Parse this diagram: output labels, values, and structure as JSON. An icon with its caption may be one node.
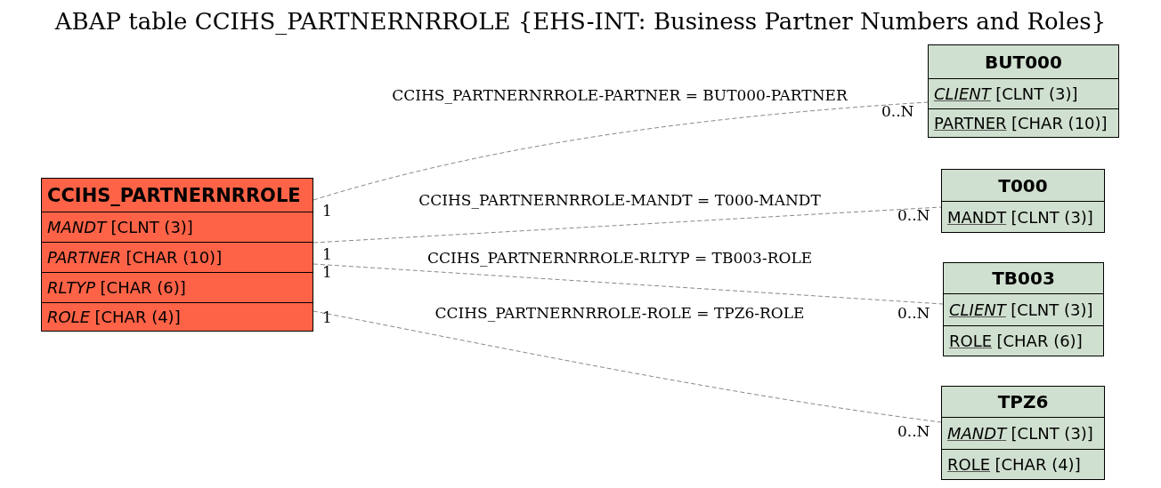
{
  "diagram": {
    "title": "ABAP table CCIHS_PARTNERNRROLE {EHS-INT: Business Partner Numbers and Roles}",
    "nodes": [
      {
        "text": [
          "CCIHS_PARTNERNRROLE"
        ]
      },
      {
        "text": [
          "MANDT",
          "[CLNT (3)]"
        ],
        "in": 0
      },
      {
        "text": [
          "PARTNER",
          "[CHAR (10)]"
        ],
        "in": 0
      },
      {
        "text": [
          "RLTYP",
          "[CHAR (6)]"
        ],
        "in": 0
      },
      {
        "text": [
          "ROLE",
          "[CHAR (4)]"
        ],
        "in": 0
      },
      {
        "text": [
          "BUT000"
        ]
      },
      {
        "text": [
          "CLIENT",
          "[CLNT (3)]"
        ],
        "in": 5
      },
      {
        "text": [
          "PARTNER",
          "[CHAR (10)]"
        ],
        "in": 5
      },
      {
        "text": [
          "T000"
        ]
      },
      {
        "text": [
          "MANDT",
          "[CLNT (3)]"
        ],
        "in": 8
      },
      {
        "text": [
          "TB003"
        ]
      },
      {
        "text": [
          "CLIENT",
          "[CLNT (3)]"
        ],
        "in": 10
      },
      {
        "text": [
          "ROLE",
          "[CHAR (6)]"
        ],
        "in": 10
      },
      {
        "text": [
          "TPZ6"
        ]
      },
      {
        "text": [
          "MANDT",
          "[CLNT (3)]"
        ],
        "in": 13
      },
      {
        "text": [
          "ROLE",
          "[CHAR (4)]"
        ],
        "in": 13
      }
    ],
    "edges": [
      {
        "from": 0,
        "to": 5,
        "arrow": "none",
        "label": "CCIHS_PARTNERNRROLE-PARTNER = BUT000-PARTNER",
        "style": "dashed"
      },
      {
        "from": 0,
        "to": 8,
        "arrow": "none",
        "label": "CCIHS_PARTNERNRROLE-MANDT = T000-MANDT",
        "style": "dashed"
      },
      {
        "from": 0,
        "to": 10,
        "arrow": "none",
        "label": "CCIHS_PARTNERNRROLE-RLTYP = TB003-ROLE",
        "style": "dashed"
      },
      {
        "from": 0,
        "to": 13,
        "arrow": "none",
        "label": "CCIHS_PARTNERNRROLE-ROLE = TPZ6-ROLE",
        "style": "dashed"
      }
    ],
    "labels": [
      "0..N",
      "1",
      "0..N",
      "1",
      "1",
      "0..N",
      "1",
      "0..N"
    ]
  }
}
